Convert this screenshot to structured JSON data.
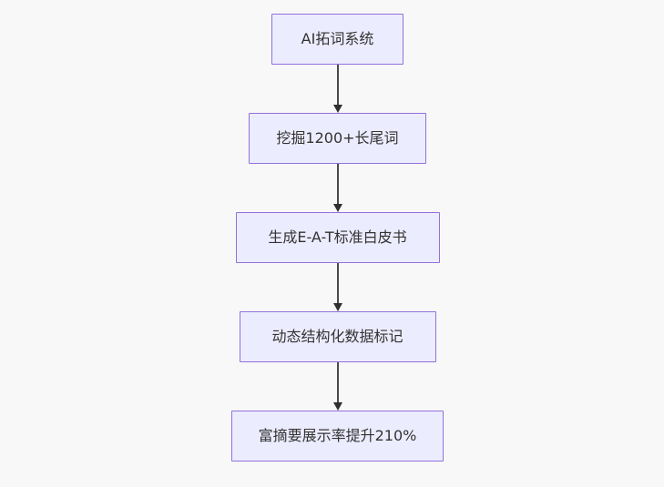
{
  "diagram": {
    "type": "flowchart",
    "direction": "top-down",
    "colors": {
      "background": "#f8f8f8",
      "node_fill": "#ECECFF",
      "node_border": "#9370DB",
      "node_text": "#333333",
      "edge_line": "#4a4a4a",
      "arrowhead": "#2f2f2f"
    },
    "nodes": [
      {
        "id": "1",
        "label": "AI拓词系统"
      },
      {
        "id": "2",
        "label": "挖掘1200+长尾词"
      },
      {
        "id": "3",
        "label": "生成E-A-T标准白皮书"
      },
      {
        "id": "4",
        "label": "动态结构化数据标记"
      },
      {
        "id": "5",
        "label": "富摘要展示率提升210%"
      }
    ],
    "edges": [
      {
        "from": "AI拓词系统",
        "to": "挖掘1200+长尾词",
        "style": "arrow-down"
      },
      {
        "from": "挖掘1200+长尾词",
        "to": "生成E-A-T标准白皮书",
        "style": "arrow-down"
      },
      {
        "from": "生成E-A-T标准白皮书",
        "to": "动态结构化数据标记",
        "style": "arrow-down"
      },
      {
        "from": "动态结构化数据标记",
        "to": "富摘要展示率提升210%",
        "style": "arrow-down"
      }
    ]
  }
}
